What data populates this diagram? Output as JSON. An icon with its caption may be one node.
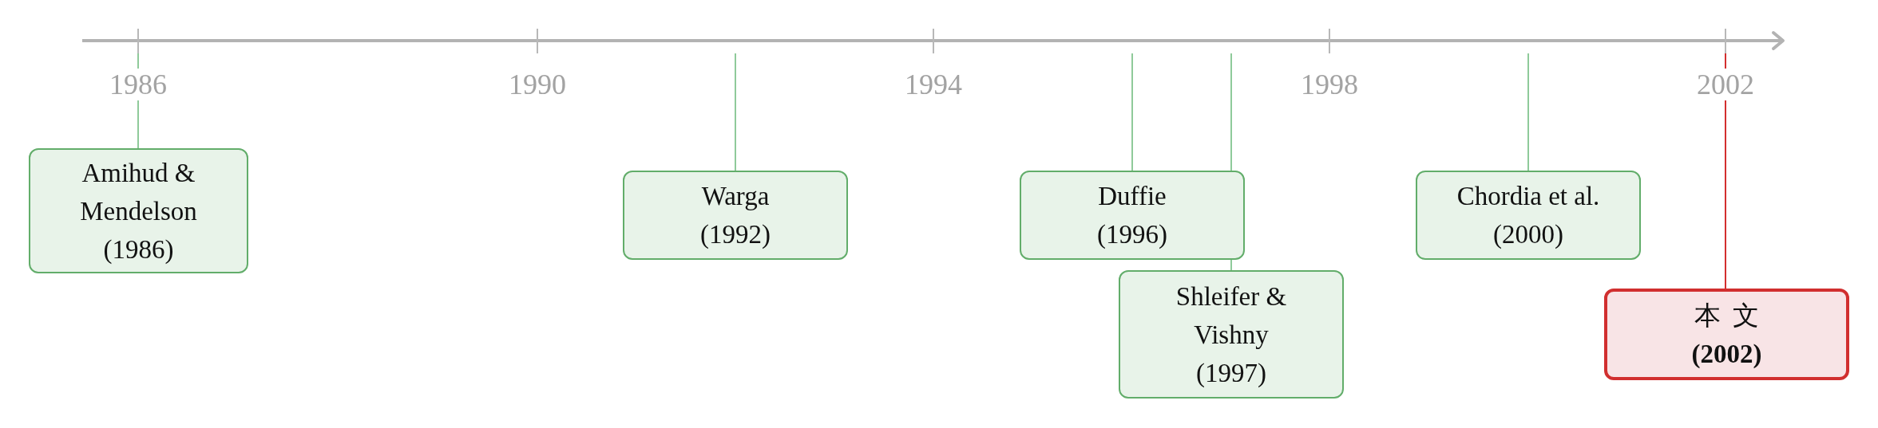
{
  "diagram": {
    "nodes": [
      {
        "text": [
          "Amihud & Mendelson",
          "(1986)"
        ]
      },
      {
        "text": [
          "Warga",
          "(1992)"
        ]
      },
      {
        "text": [
          "Duffie",
          "(1996)"
        ]
      },
      {
        "text": [
          "Shleifer & Vishny",
          "(1997)"
        ]
      },
      {
        "text": [
          "Chordia et al.",
          "(2000)"
        ]
      },
      {
        "text": [
          "本文",
          "(2002)"
        ]
      }
    ],
    "edges": [
      {
        "from": null,
        "to": 0,
        "arrow": "none"
      },
      {
        "from": null,
        "to": 1,
        "arrow": "none"
      },
      {
        "from": null,
        "to": 2,
        "arrow": "none"
      },
      {
        "from": null,
        "to": 3,
        "arrow": "none"
      },
      {
        "from": null,
        "to": 4,
        "arrow": "none"
      },
      {
        "from": null,
        "to": 5,
        "arrow": "none",
        "color": "#d32f2f"
      }
    ],
    "labels": [
      "1986",
      "1990",
      "1994",
      "1998",
      "2002"
    ]
  }
}
